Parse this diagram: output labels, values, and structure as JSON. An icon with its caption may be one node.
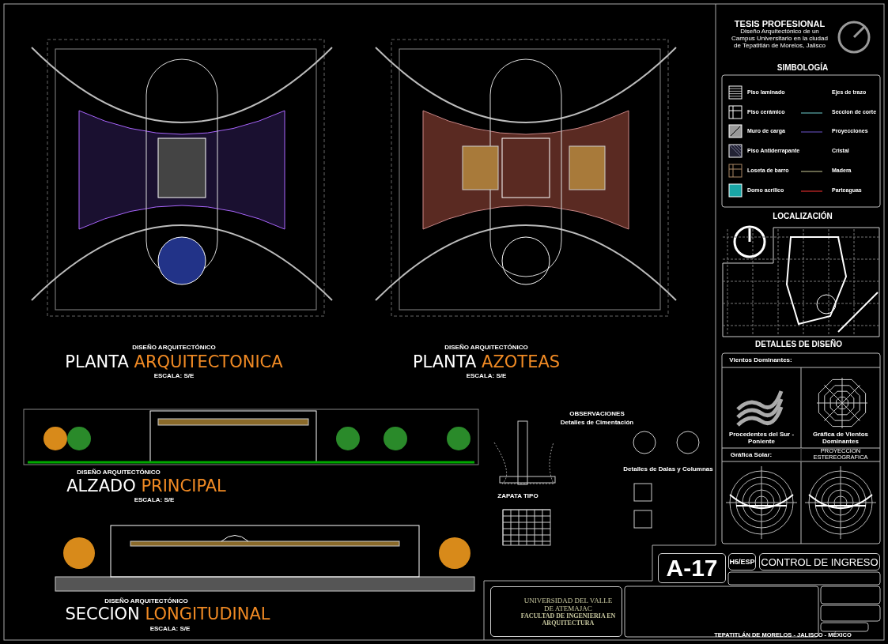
{
  "diagram": {
    "nodes": [
      {
        "text": [
          "A-17"
        ]
      },
      {
        "text": [
          "H5/ESP"
        ]
      },
      {
        "text": [
          "CONTROL DE INGRESO"
        ]
      },
      {
        "text": [
          "UNIVERSIDAD DEL VALLE DE ATEMAJAC",
          "FACULTAD DE INGENIERIA EN ARQUITECTURA"
        ]
      }
    ],
    "edges": [],
    "labels": [
      "TESIS PROFESIONAL",
      "Diseño Arquitectónico de un Campus Universitario en la ciudad de Tepatitlán de Morelos, Jalisco",
      "SIMBOLOGÍA",
      "LOCALIZACIÓN",
      "DETALLES DE DISEÑO",
      "Vientos Dominantes:",
      "Procedentes del Sur - Poniente",
      "Gráfica de Vientos Dominantes",
      "Gráfica Solar:",
      "PROYECCION ESTEREOGRAFICA",
      "DISEÑO ARQUITECTÓNICO",
      "PLANTA ARQUITECTONICA",
      "ESCALA: S/E",
      "DISEÑO ARQUITECTÓNICO",
      "PLANTA AZOTEAS",
      "ESCALA: S/E",
      "DISEÑO ARQUITECTÓNICO",
      "ALZADO PRINCIPAL",
      "ESCALA: S/E",
      "DISEÑO ARQUITECTÓNICO",
      "SECCION LONGITUDINAL",
      "ESCALA: S/E",
      "OBSERVACIONES",
      "Detalles de Cimentación",
      "ZAPATA TIPO",
      "Detalles de Dalas y Columnas",
      "TEPATITLÁN DE MORELOS - JALISCO - MÉXICO"
    ],
    "legend": [
      {
        "text": "Piso laminado"
      },
      {
        "text": "Ejes de trazo"
      },
      {
        "text": "Piso cerámico"
      },
      {
        "text": "Seccion de corte"
      },
      {
        "text": "Muro de carga"
      },
      {
        "text": "Proyecciones"
      },
      {
        "text": "Piso Antiderrapante"
      },
      {
        "text": "Cristal"
      },
      {
        "text": "Loseta de barro"
      },
      {
        "text": "Madera"
      },
      {
        "text": "Domo acrílico",
        "color": "#1aa6a6"
      },
      {
        "text": "Parteaguas"
      }
    ]
  }
}
